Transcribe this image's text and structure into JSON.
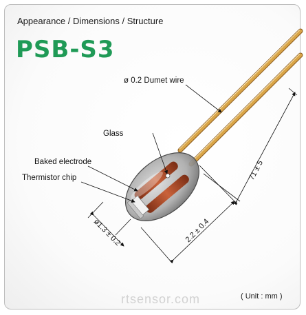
{
  "header": {
    "section_title": "Appearance / Dimensions / Structure",
    "model": "PSB-S3"
  },
  "labels": {
    "wire": "ø 0.2 Dumet wire",
    "glass": "Glass",
    "electrode": "Baked electrode",
    "chip": "Thermistor chip"
  },
  "dimensions": {
    "lead_length": "71 ± 5",
    "body_length": "2.2 ± 0.4",
    "body_diameter": "ø1.3 ± 0.2"
  },
  "footer": {
    "watermark": "rtsensor.com",
    "units": "( Unit : mm )"
  },
  "colors": {
    "title_green": "#1f9a56",
    "wire_gold": "#d9a548",
    "electrode": "#b8502c"
  }
}
